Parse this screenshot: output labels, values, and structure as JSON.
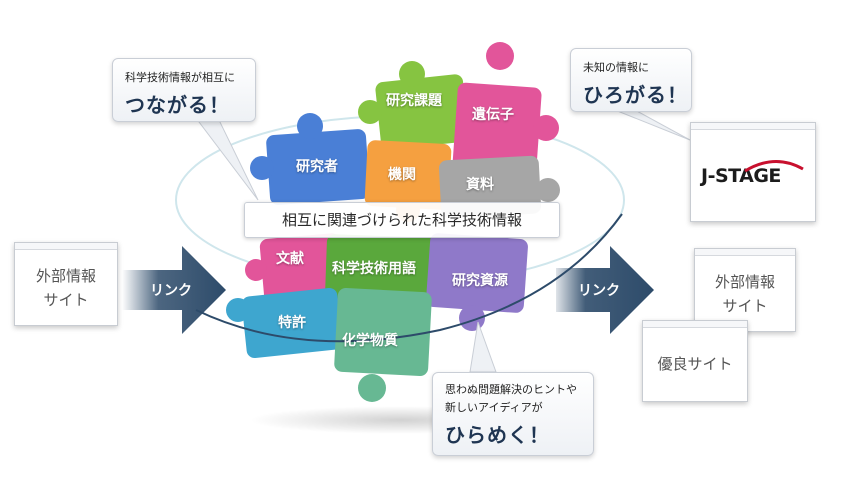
{
  "callouts": {
    "connect": {
      "small": "科学技術情報が相互に",
      "big": "つながる！"
    },
    "expand": {
      "small": "未知の情報に",
      "big": "ひろがる！"
    },
    "inspire": {
      "small_1": "思わぬ問題解決のヒントや",
      "small_2": "新しいアイディアが",
      "big": "ひらめく！"
    }
  },
  "center_label": "相互に関連づけられた科学技術情報",
  "puzzle_pieces": [
    {
      "label": "研究課題",
      "color": "#86c441"
    },
    {
      "label": "遺伝子",
      "color": "#e2559a"
    },
    {
      "label": "研究者",
      "color": "#4a7fd6"
    },
    {
      "label": "機関",
      "color": "#f5a040"
    },
    {
      "label": "資料",
      "color": "#a6a6a6"
    },
    {
      "label": "文献",
      "color": "#e2559a"
    },
    {
      "label": "科学技術用語",
      "color": "#5aa83c"
    },
    {
      "label": "研究資源",
      "color": "#8f79c9"
    },
    {
      "label": "特許",
      "color": "#3ea6cf"
    },
    {
      "label": "化学物質",
      "color": "#67b893"
    }
  ],
  "left_site": {
    "line1": "外部情報",
    "line2": "サイト"
  },
  "right_sites": {
    "external": {
      "line1": "外部情報",
      "line2": "サイト"
    },
    "excellent": "優良サイト"
  },
  "links": {
    "left": "リンク",
    "right": "リンク"
  },
  "jstage_logo": "J-STAGE",
  "colors": {
    "arrow": "#2d4b6a",
    "callout_text": "#1f3552",
    "logo_red": "#c8102e"
  }
}
